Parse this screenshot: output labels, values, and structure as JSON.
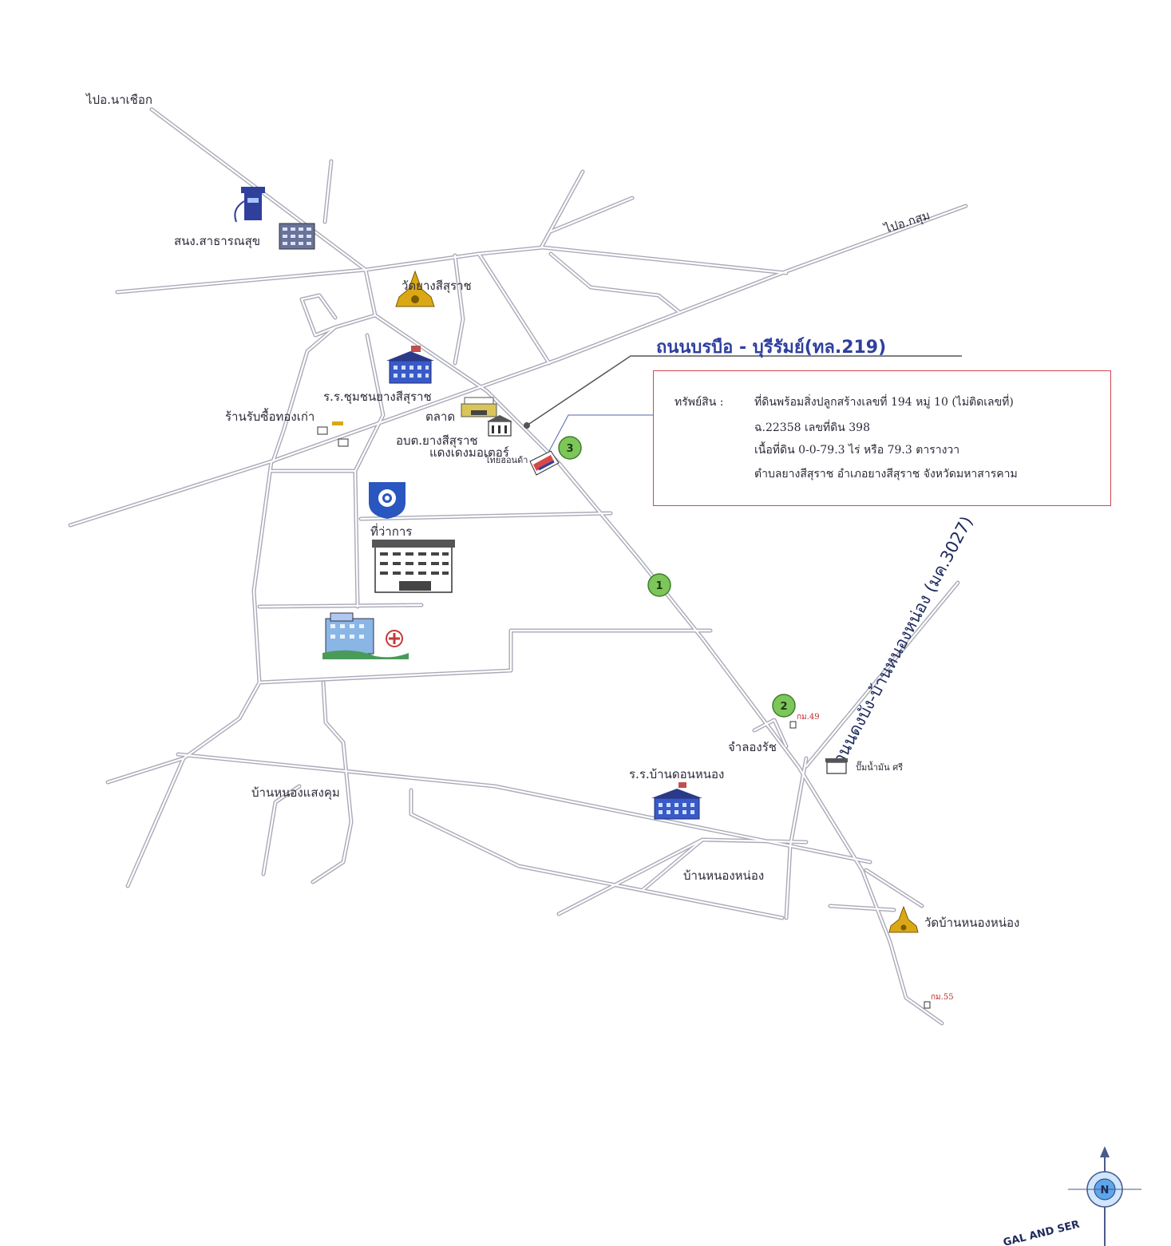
{
  "map": {
    "main_road_label": "ถนนบรบือ - บุรีรัมย์(ทล.219)",
    "side_road_label": "ถนนดงบัง-บ้านหนองหน่อง (มค.3027)",
    "direction_labels": {
      "to_na_chueak": "ไปอ.นาเชือก",
      "to_kosum": "ไปอ.กสุม"
    },
    "places": {
      "health_office": "สนง.สาธารณสุข",
      "wat_yang_sisurat": "วัดยางสีสุราช",
      "community_school": "ร.ร.ชุมชนยางสีสุราช",
      "gold_shop": "ร้านรับซื้อทองเก่า",
      "market": "ตลาด",
      "district_office": "อบต.ยางสีสุราช",
      "motor_shop": "แดงเดงมอเตอร์",
      "honda_shop": "ไทยฮอนด้า",
      "district_hall": "ที่ว่าการ",
      "jaturong_shop": "จำลองรัช",
      "don_nong_school": "ร.ร.บ้านดอนหนอง",
      "fuel_station": "ปั๊มน้ำมัน ศรี",
      "ban_nong_sang_khum": "บ้านหนองแสงคุม",
      "ban_nong_nong": "บ้านหนองหน่อง",
      "wat_ban_nong_nong": "วัดบ้านหนองหน่อง",
      "km_49": "กม.49",
      "km_55": "กม.55"
    },
    "markers": [
      "1",
      "2",
      "3"
    ],
    "compass": {
      "letter": "N",
      "caption": "GAL AND SER"
    }
  },
  "property": {
    "label": "ทรัพย์สิน :",
    "line1": "ที่ดินพร้อมสิ่งปลูกสร้างเลขที่ 194 หมู่ 10 (ไม่ติดเลขที่)",
    "line2": "ฉ.22358 เลขที่ดิน 398",
    "line3": "เนื้อที่ดิน 0-0-79.3 ไร่ หรือ 79.3 ตารางวา",
    "line4": "ตำบลยางสีสุราช อำเภอยางสีสุราช จังหวัดมหาสารคาม"
  }
}
